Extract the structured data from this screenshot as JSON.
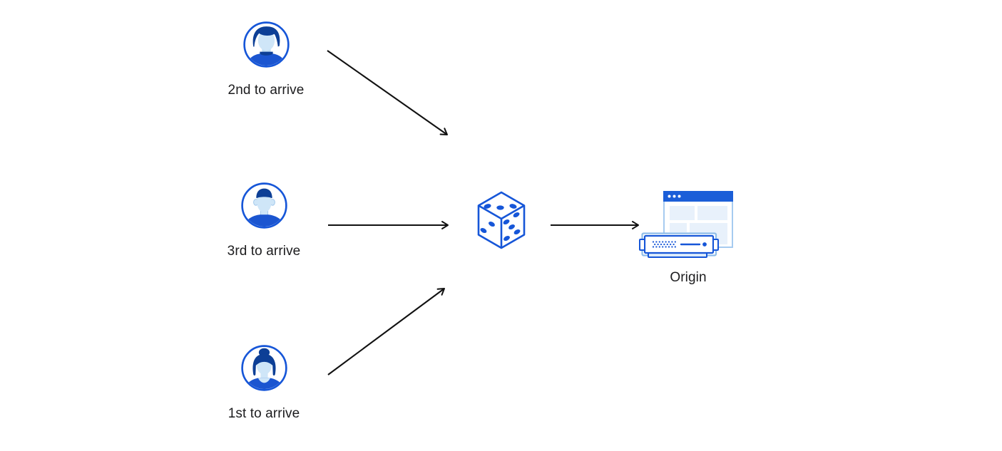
{
  "diagram": {
    "actors": [
      {
        "label": "2nd to arrive",
        "icon": "avatar-man-side-part-icon"
      },
      {
        "label": "3rd to arrive",
        "icon": "avatar-man-flat-top-icon"
      },
      {
        "label": "1st to arrive",
        "icon": "avatar-woman-bun-icon"
      }
    ],
    "selector": {
      "icon": "dice-icon"
    },
    "origin": {
      "label": "Origin",
      "icon": "origin-server-icon"
    },
    "arrows": [
      {
        "from": "2nd-to-arrive",
        "to": "dice"
      },
      {
        "from": "3rd-to-arrive",
        "to": "dice"
      },
      {
        "from": "1st-to-arrive",
        "to": "dice"
      },
      {
        "from": "dice",
        "to": "origin"
      }
    ],
    "colors": {
      "primary_blue": "#1656d8",
      "dark_navy": "#0d3f96",
      "face_light_blue": "#cfe6f8",
      "pale_block_blue": "#e8f1fb",
      "browser_bar_blue": "#1b5ed8",
      "server_outer_blue": "#8fbde9",
      "arrow_black": "#111111",
      "text": "#1c1c1e",
      "background": "#ffffff"
    }
  }
}
